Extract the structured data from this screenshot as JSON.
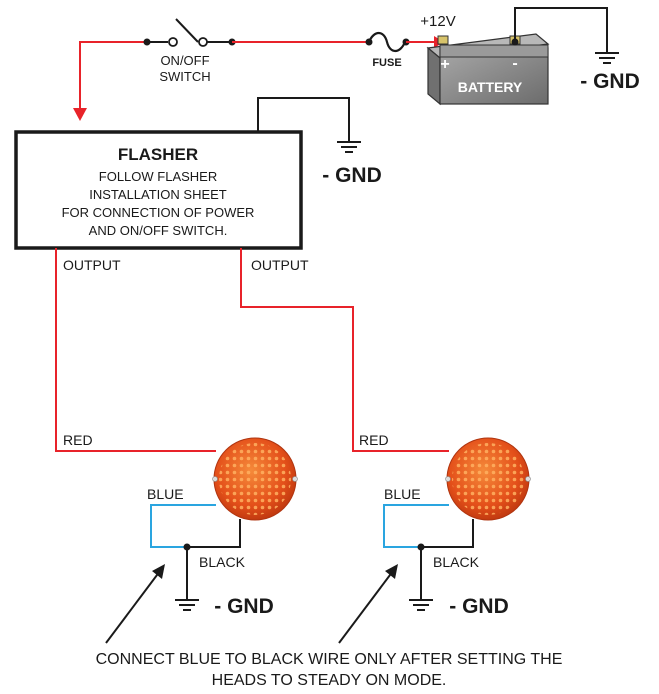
{
  "switch": {
    "label_line1": "ON/OFF",
    "label_line2": "SWITCH"
  },
  "fuse": {
    "label": "FUSE"
  },
  "battery": {
    "voltage": "+12V",
    "label": "BATTERY",
    "positive_mark": "+",
    "negative_mark": "-",
    "ground": "- GND"
  },
  "flasher": {
    "title": "FLASHER",
    "line1": "FOLLOW FLASHER",
    "line2": "INSTALLATION SHEET",
    "line3": "FOR CONNECTION OF POWER",
    "line4": "AND ON/OFF SWITCH.",
    "ground": "- GND",
    "output_left": "OUTPUT",
    "output_right": "OUTPUT"
  },
  "lamp_left": {
    "red": "RED",
    "blue": "BLUE",
    "black": "BLACK",
    "ground": "- GND"
  },
  "lamp_right": {
    "red": "RED",
    "blue": "BLUE",
    "black": "BLACK",
    "ground": "- GND"
  },
  "note": {
    "line1": "CONNECT BLUE TO BLACK WIRE ONLY AFTER SETTING THE",
    "line2": "HEADS TO STEADY ON MODE."
  },
  "colors": {
    "wire_red": "#e8232a",
    "wire_blue": "#2aa5e0",
    "wire_black": "#1a1a1a",
    "battery_body": "#8a8a8a",
    "lamp_amber": "#e8571a"
  }
}
